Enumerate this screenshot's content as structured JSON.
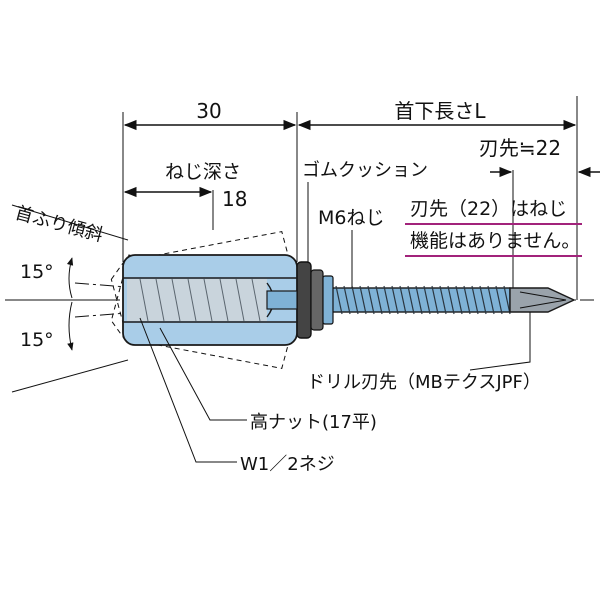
{
  "labels": {
    "dim_30": "30",
    "dim_screw_length": "首下長さL",
    "dim_tip": "刃先≒22",
    "thread_depth": "ねじ深さ",
    "thread_depth_value": "18",
    "rubber_cushion": "ゴムクッション",
    "m6_thread": "M6ねじ",
    "head_tilt": "首ふり傾斜",
    "angle_upper": "15°",
    "angle_lower": "15°",
    "note_line1": "刃先（22）はねじ",
    "note_line2": "機能はありません。",
    "drill_tip": "ドリル刃先（MBテクスJPF）",
    "tall_nut": "高ナット(17平)",
    "w_thread": "W1／2ネジ"
  },
  "colors": {
    "nut_fill": "#a9cde8",
    "shaft_fill": "#7fb2d6",
    "thread_gray": "#9aa3ab",
    "washer_dark": "#555555",
    "note_underline": "#a2237b"
  }
}
